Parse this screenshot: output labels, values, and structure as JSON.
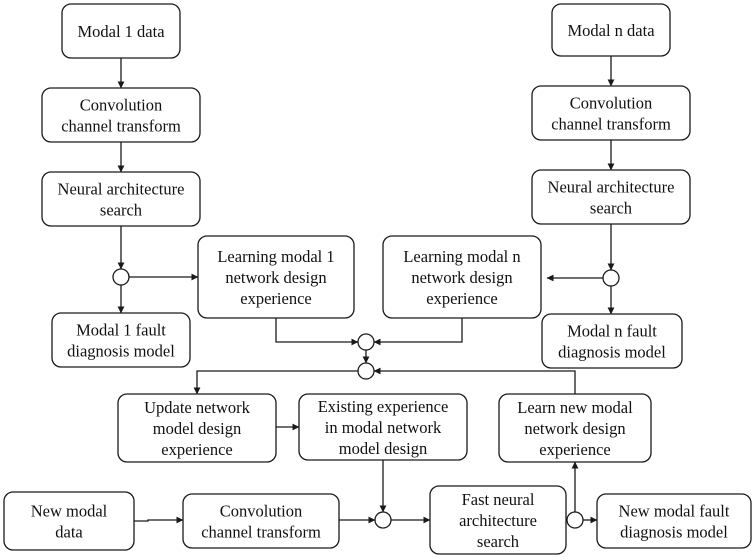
{
  "diagram": {
    "nodes": {
      "m1_data": [
        "Modal 1 data"
      ],
      "m1_conv": [
        "Convolution",
        "channel transform"
      ],
      "m1_nas": [
        "Neural architecture",
        "search"
      ],
      "m1_fault": [
        "Modal 1 fault",
        "diagnosis model"
      ],
      "learn_m1": [
        "Learning modal 1",
        "network design",
        "experience"
      ],
      "mn_data": [
        "Modal n data"
      ],
      "mn_conv": [
        "Convolution",
        "channel transform"
      ],
      "mn_nas": [
        "Neural architecture",
        "search"
      ],
      "mn_fault": [
        "Modal n fault",
        "diagnosis model"
      ],
      "learn_mn": [
        "Learning modal n",
        "network design",
        "experience"
      ],
      "update": [
        "Update network",
        "model design",
        "experience"
      ],
      "existing": [
        "Existing experience",
        "in modal network",
        "model design"
      ],
      "learn_new": [
        "Learn new modal",
        "network design",
        "experience"
      ],
      "new_data": [
        "New modal",
        "data"
      ],
      "new_conv": [
        "Convolution",
        "channel transform"
      ],
      "fast_nas": [
        "Fast neural",
        "architecture",
        "search"
      ],
      "new_fault": [
        "New modal fault",
        "diagnosis model"
      ]
    }
  }
}
